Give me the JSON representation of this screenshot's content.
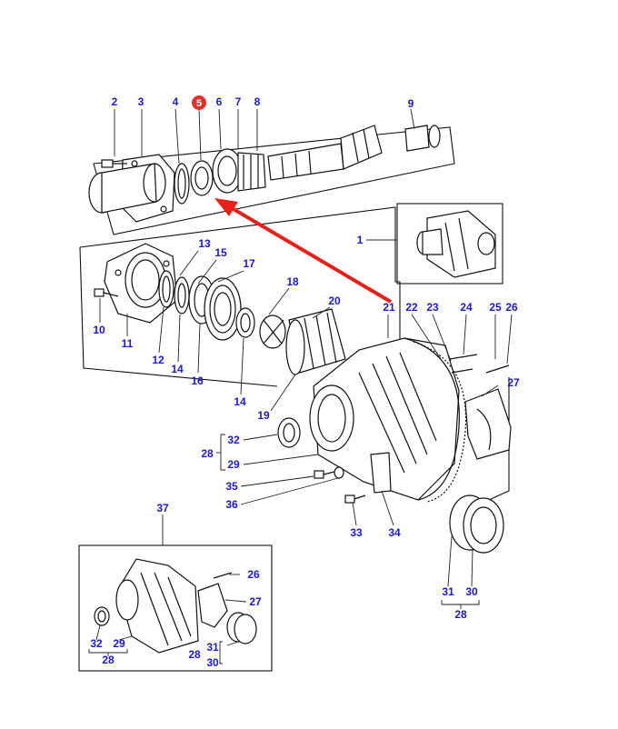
{
  "colors": {
    "label_text": "#1a1ad0",
    "highlight_badge": "#e0322a",
    "arrow": "#e8201a",
    "line_art": "#111111"
  },
  "callouts": {
    "c1": "1",
    "c2": "2",
    "c3": "3",
    "c4": "4",
    "c5": "5",
    "c6": "6",
    "c7": "7",
    "c8": "8",
    "c9": "9",
    "c10": "10",
    "c11": "11",
    "c12": "12",
    "c13": "13",
    "c14a": "14",
    "c14b": "14",
    "c15": "15",
    "c16": "16",
    "c17": "17",
    "c18": "18",
    "c19": "19",
    "c20": "20",
    "c21": "21",
    "c22": "22",
    "c23": "23",
    "c24": "24",
    "c25": "25",
    "c26": "26",
    "c27": "27",
    "c28": "28",
    "c29": "29",
    "c32": "32",
    "c33": "33",
    "c34": "34",
    "c35": "35",
    "c36": "36",
    "c31": "31",
    "c30": "30",
    "c28b": "28",
    "c37": "37"
  },
  "inset": {
    "c26": "26",
    "c27": "27",
    "c32": "32",
    "c29": "29",
    "c28a": "28",
    "c28b": "28",
    "c31": "31",
    "c30": "30"
  },
  "highlight": {
    "part_number": "5"
  }
}
